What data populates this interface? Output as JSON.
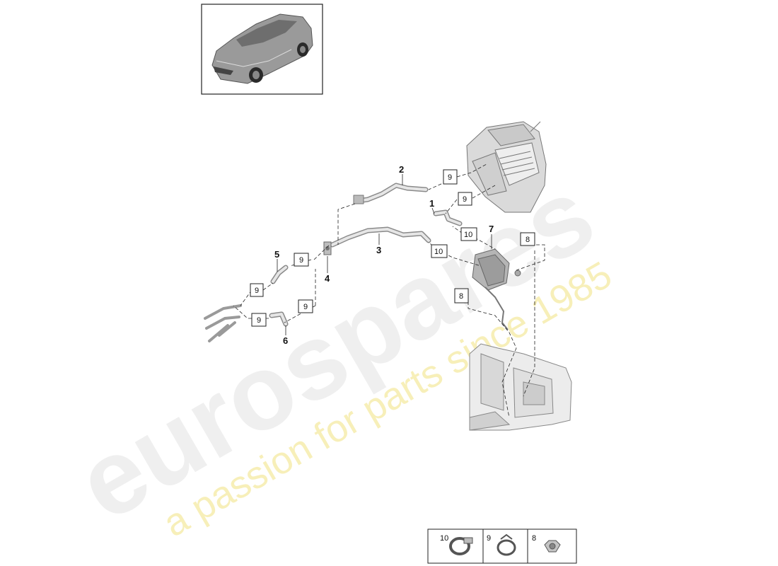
{
  "diagram": {
    "watermark": {
      "brand": "eurospares",
      "tagline": "a passion for parts since 1985"
    },
    "callouts": {
      "c1": "1",
      "c2": "2",
      "c3": "3",
      "c4": "4",
      "c5": "5",
      "c6": "6",
      "c7": "7"
    },
    "boxes": {
      "b9a": "9",
      "b9b": "9",
      "b9c": "9",
      "b9d": "9",
      "b9e": "9",
      "b9f": "9",
      "b10a": "10",
      "b10b": "10",
      "b8a": "8",
      "b8b": "8"
    },
    "legend": {
      "items": [
        {
          "num": "10",
          "icon": "hose-clamp-icon"
        },
        {
          "num": "9",
          "icon": "spring-clip-icon"
        },
        {
          "num": "8",
          "icon": "hex-nut-icon"
        }
      ]
    }
  }
}
